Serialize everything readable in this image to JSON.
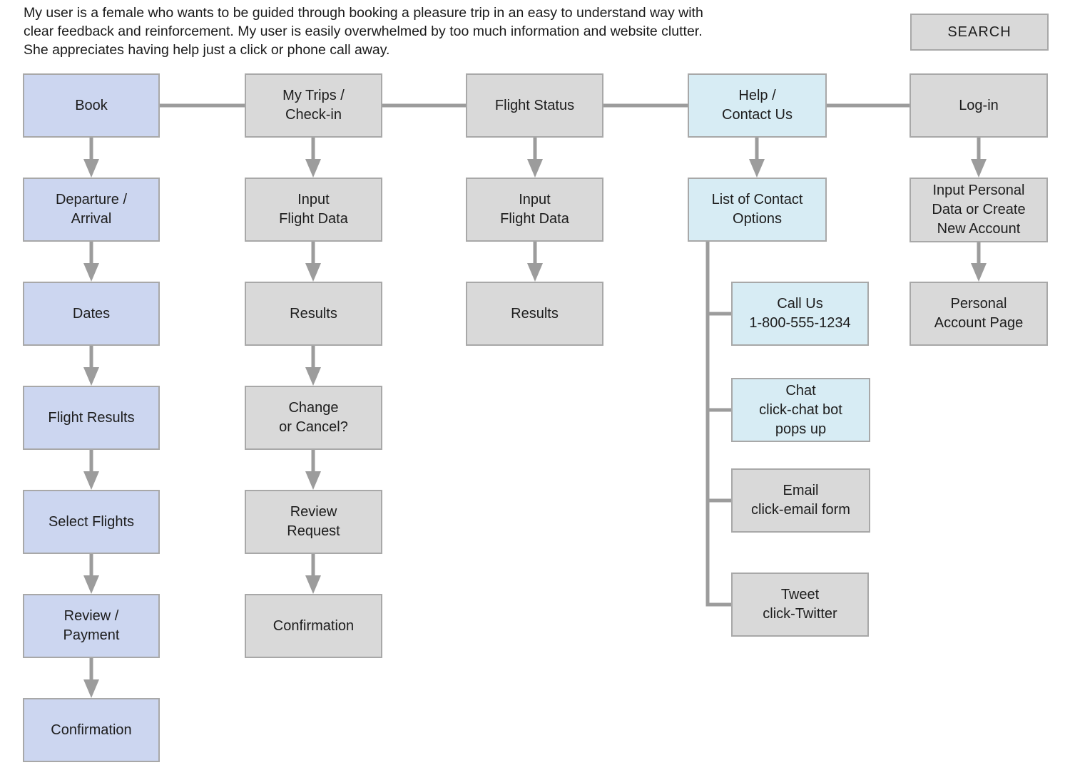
{
  "persona_note": "My user is a female who wants to be guided through booking a pleasure trip in an easy to understand way with\nclear feedback and reinforcement. My user is easily overwhelmed by too much information and website clutter.\nShe appreciates having help just a click or phone call away.",
  "search_button": "SEARCH",
  "nodes": {
    "book": "Book",
    "departure_arrival": "Departure /\nArrival",
    "dates": "Dates",
    "flight_results": "Flight Results",
    "select_flights": "Select Flights",
    "review_payment": "Review /\nPayment",
    "confirmation_book": "Confirmation",
    "my_trips": "My Trips /\nCheck-in",
    "input_flight_data_trips": "Input\nFlight Data",
    "results_trips": "Results",
    "change_cancel": "Change\nor Cancel?",
    "review_request": "Review\nRequest",
    "confirmation_trips": "Confirmation",
    "flight_status": "Flight Status",
    "input_flight_data_status": "Input\nFlight Data",
    "results_status": "Results",
    "help_contact": "Help /\nContact Us",
    "contact_options": "List of Contact\nOptions",
    "call_us": "Call Us\n1-800-555-1234",
    "chat": "Chat\nclick-chat bot\npops up",
    "email": "Email\nclick-email form",
    "tweet": "Tweet\nclick-Twitter",
    "login": "Log-in",
    "input_personal": "Input Personal\nData or Create\nNew Account",
    "personal_account": "Personal\nAccount Page"
  },
  "colors": {
    "booking_flow_fill": "#ccd6f0",
    "help_flow_fill": "#d7ecf4",
    "default_fill": "#d9d9d9",
    "box_border": "#a8a8a8",
    "connector": "#9c9c9c",
    "text": "#1d1d1d"
  }
}
